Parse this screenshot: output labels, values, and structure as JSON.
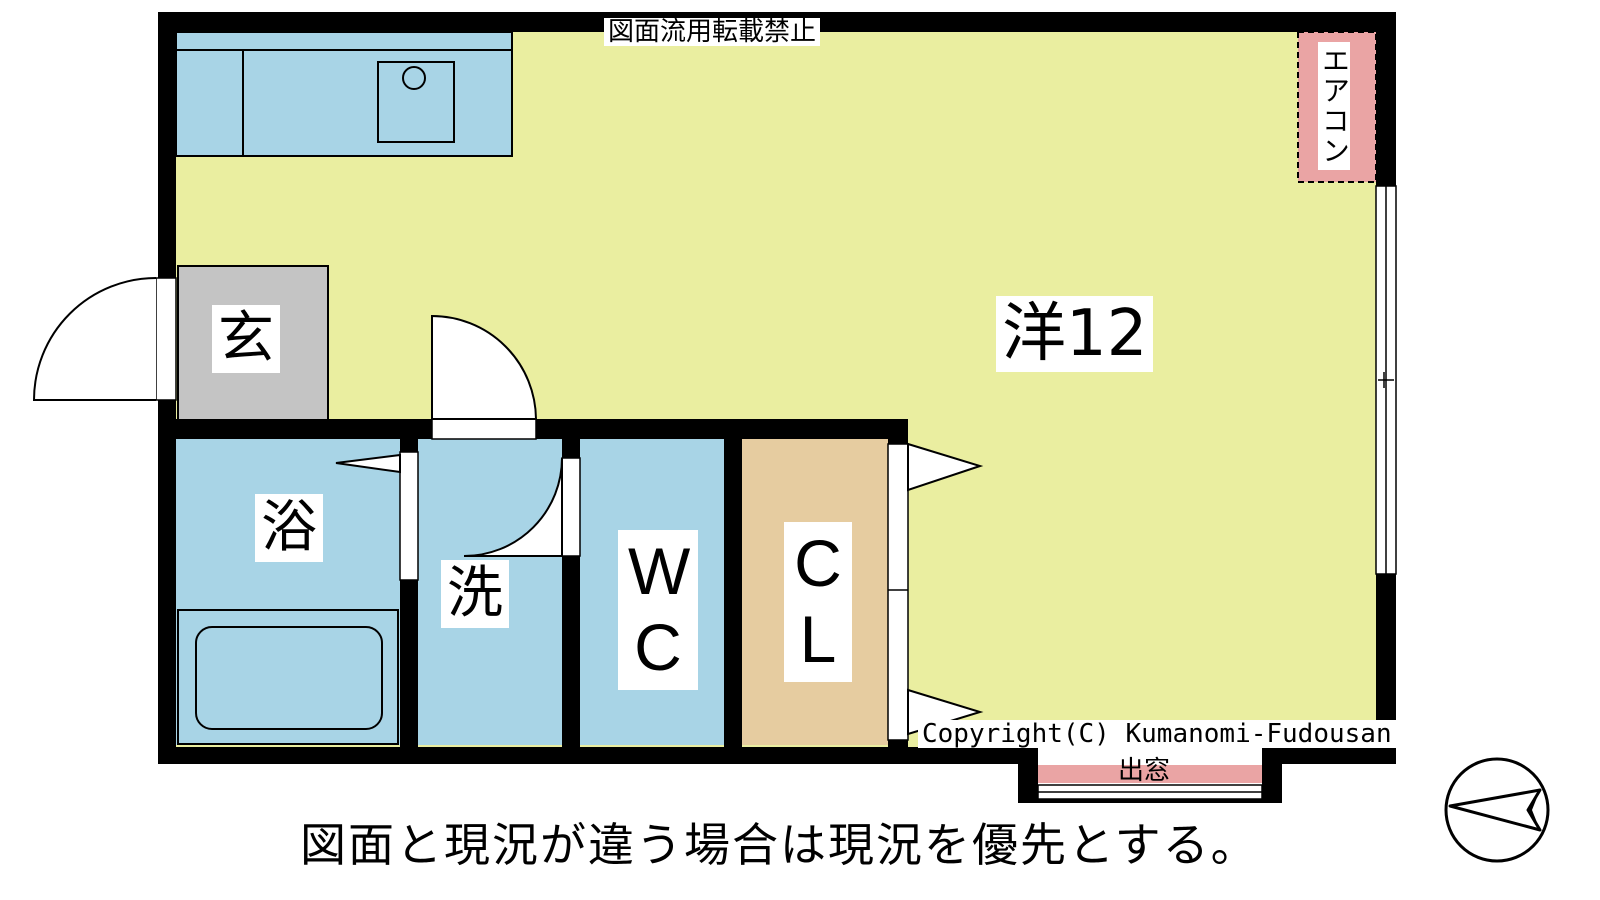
{
  "notice_top": "図面流用転載禁止",
  "rooms": {
    "western": "洋12",
    "entrance": "玄",
    "bath": "浴",
    "washroom": "洗",
    "toilet": "WC",
    "closet": "CL"
  },
  "aircon": "エアコン",
  "bay_window": "出窓",
  "copyright": "Copyright(C) Kumanomi-Fudousan",
  "footer_note": "図面と現況が違う場合は現況を優先とする。",
  "colors": {
    "western_floor": "#eaeea0",
    "wet_area": "#a8d4e6",
    "entrance_floor": "#c4c4c4",
    "closet_floor": "#e6cca0",
    "aircon_fill": "#eaa4a4",
    "walls": "#000000"
  }
}
